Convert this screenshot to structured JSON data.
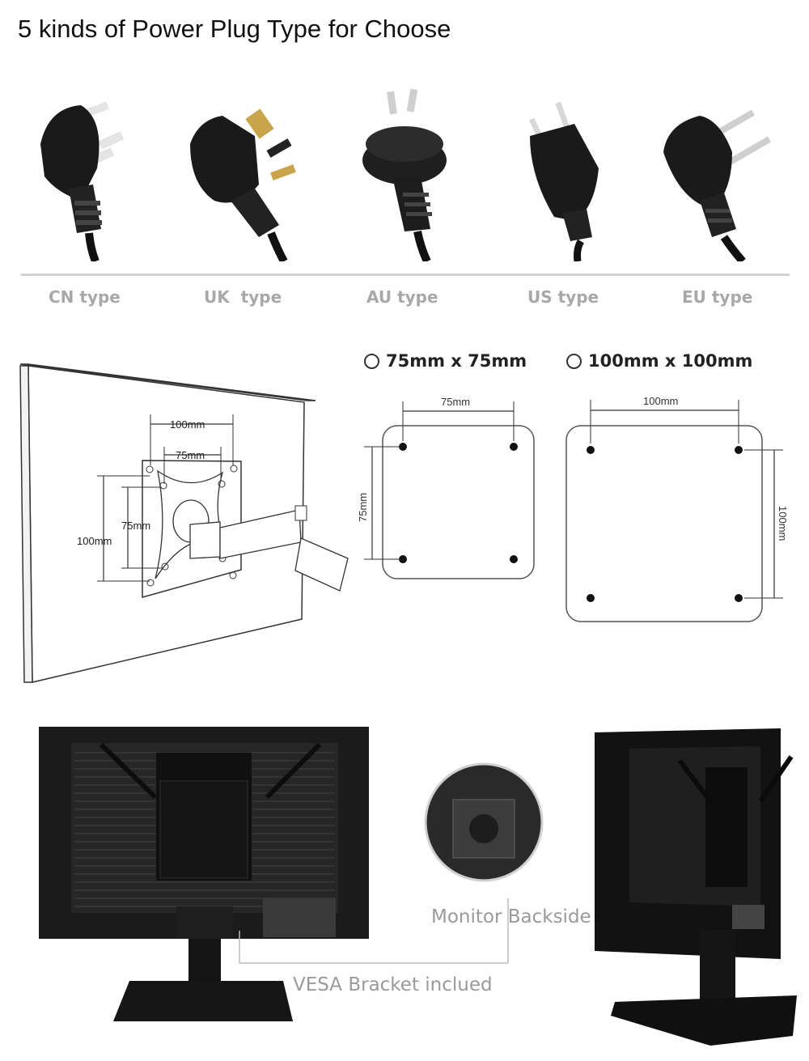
{
  "title": "5 kinds of Power Plug Type for Choose",
  "plugs": [
    {
      "label": "CN type",
      "icon": "cn-plug-icon"
    },
    {
      "label": "UK  type",
      "icon": "uk-plug-icon"
    },
    {
      "label": "AU type",
      "icon": "au-plug-icon"
    },
    {
      "label": "US type",
      "icon": "us-plug-icon"
    },
    {
      "label": "EU type",
      "icon": "eu-plug-icon"
    }
  ],
  "vesa": {
    "option_75": "75mm x 75mm",
    "option_100": "100mm x 100mm",
    "dim_75": "75mm",
    "dim_100": "100mm",
    "dim_100_alt": "100mm"
  },
  "photos": {
    "monitor_backside": "Monitor Backside",
    "vesa_bracket": "VESA Bracket inclued"
  },
  "colors": {
    "label_gray": "#a8a8a8",
    "callout_gray": "#9a9a9a",
    "plug_black": "#1a1a1a",
    "pin_brass": "#c9a44a",
    "pin_silver": "#d8d8d8"
  }
}
